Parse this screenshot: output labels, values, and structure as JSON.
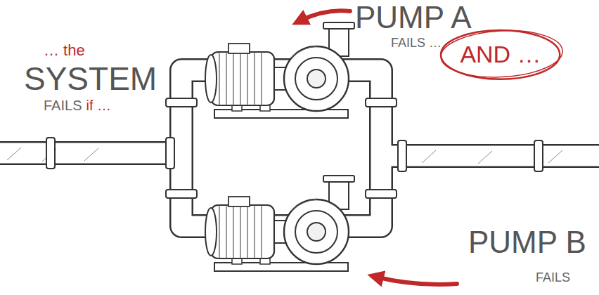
{
  "diagram": {
    "nodes": [
      {
        "text": [
          "AND …"
        ]
      }
    ],
    "labels": [
      "… the",
      "SYSTEM",
      "FAILS",
      "if …",
      "PUMP A",
      "FAILS …",
      "PUMP B",
      "FAILS"
    ]
  }
}
